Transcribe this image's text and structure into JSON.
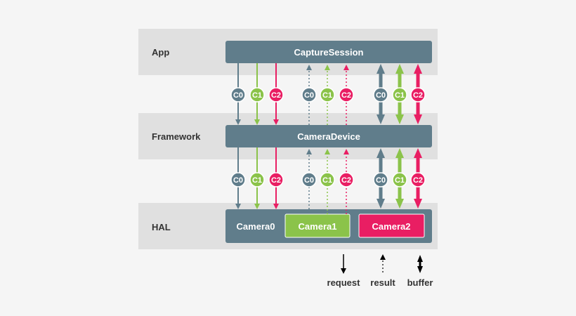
{
  "layers": {
    "app": "App",
    "framework": "Framework",
    "hal": "HAL"
  },
  "boxes": {
    "capture_session": "CaptureSession",
    "camera_device": "CameraDevice",
    "camera0": "Camera0",
    "camera1": "Camera1",
    "camera2": "Camera2"
  },
  "badges": {
    "c0": "C0",
    "c1": "C1",
    "c2": "C2"
  },
  "legend": {
    "request": "request",
    "result": "result",
    "buffer": "buffer"
  },
  "colors": {
    "background": "#f5f5f5",
    "band": "#e0e0e0",
    "slate": "#607d8b",
    "green": "#8bc34a",
    "pink": "#e91e63",
    "text": "#333333"
  }
}
